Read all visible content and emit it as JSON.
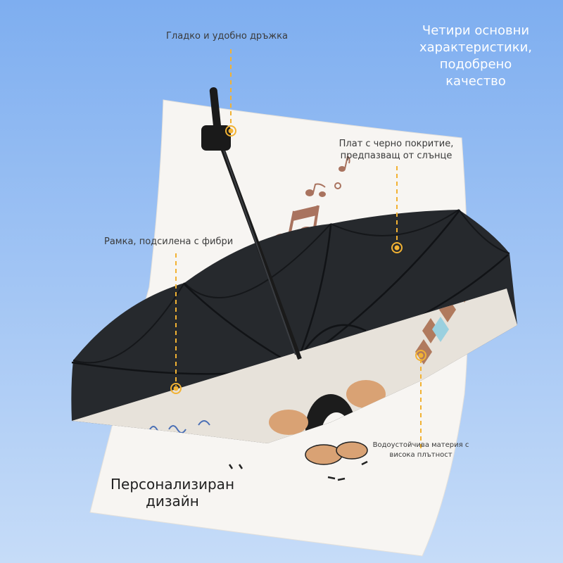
{
  "headline": "Четири основни характеристики, подобрено качество",
  "features": {
    "handle": "Гладко и удобно дръжка",
    "coating": "Плат с черно покритие, предпазващ от слънце",
    "frame": "Рамка, подсилена с фибри",
    "fabric": "Водоустойчива материя с висока плътност",
    "design": "Персонализиран дизайн"
  },
  "colors": {
    "background_top": "#7eaef0",
    "background_bottom": "#c6dcf8",
    "paper": "#f7f5f2",
    "canopy_inside": "#26292d",
    "canopy_rim": "#e7e2da",
    "accent_line": "#f2b233",
    "argyle_brown": "#b07a5e",
    "bear_brown": "#d9a274",
    "note_brown": "#a9735f"
  },
  "icons": [
    "music-note-icon",
    "callout-dot-icon",
    "penguin-illustration",
    "bear-illustration"
  ]
}
